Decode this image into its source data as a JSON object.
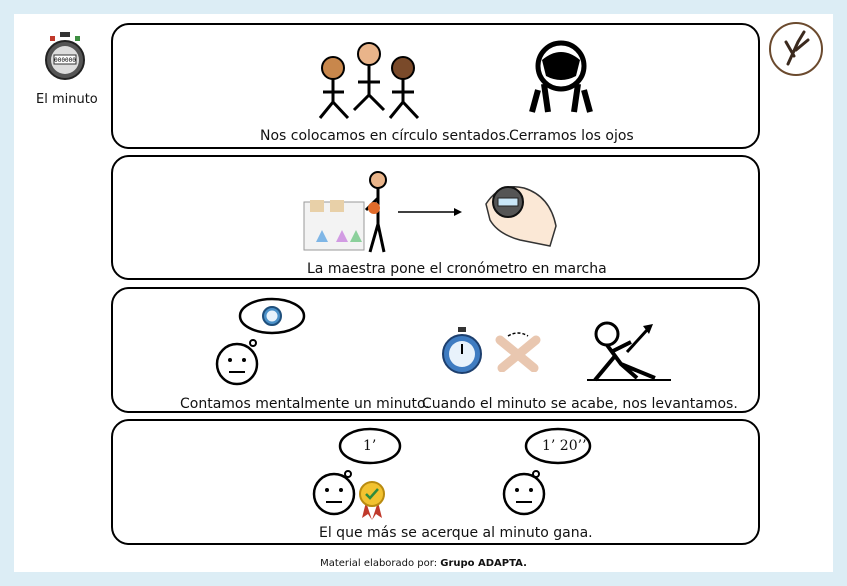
{
  "sidebar": {
    "title": "El minuto"
  },
  "steps": {
    "s1a": "Nos colocamos en círculo sentados.",
    "s1b": "Cerramos los ojos",
    "s2": "La maestra pone el cronómetro en marcha",
    "s3a": "Contamos mentalmente un minuto.",
    "s3b": "Cuando el minuto se acabe, nos levantamos.",
    "s4": "El que más se acerque al minuto gana."
  },
  "bubbles": {
    "b1": "1’",
    "b2": "1’ 20’’"
  },
  "stopwatch_display": "000000",
  "footer": {
    "prefix": "Material elaborado por: ",
    "author": "Grupo  ADAPTA."
  },
  "icons": [
    "stopwatch-icon",
    "logo-icon",
    "children-circle-icon",
    "covering-eyes-icon",
    "teacher-icon",
    "hand-stopwatch-icon",
    "thinking-face-icon",
    "stopwatch-small-icon",
    "crossed-arms-icon",
    "stand-up-icon",
    "winner-face-icon",
    "medal-icon",
    "face-icon"
  ]
}
